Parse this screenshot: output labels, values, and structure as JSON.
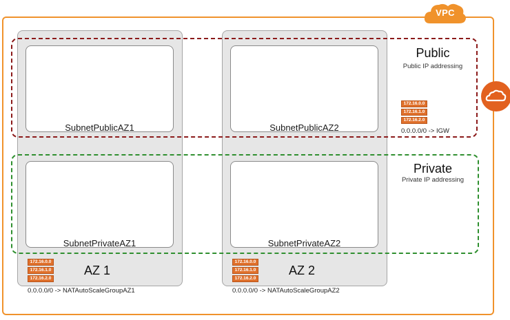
{
  "vpc": {
    "label": "VPC",
    "color": "#f0922b"
  },
  "zones": {
    "public": {
      "title": "Public",
      "subtitle": "Public IP addressing",
      "color": "#8b1a1a"
    },
    "private": {
      "title": "Private",
      "subtitle": "Private IP addressing",
      "color": "#2f8f2f"
    }
  },
  "azs": [
    {
      "name": "AZ 1",
      "route": "0.0.0.0/0 -> NATAutoScaleGroupAZ1"
    },
    {
      "name": "AZ 2",
      "route": "0.0.0.0/0 -> NATAutoScaleGroupAZ2"
    }
  ],
  "subnets": {
    "public_az1": "SubnetPublicAZ1",
    "public_az2": "SubnetPublicAZ2",
    "private_az1": "SubnetPrivateAZ1",
    "private_az2": "SubnetPrivateAZ2"
  },
  "route_table_entries": [
    "172.16.0.0",
    "172.16.1.0",
    "172.16.2.0"
  ],
  "igw": {
    "icon": "internet-gateway-icon",
    "route": "0.0.0.0/0 -> IGW"
  }
}
